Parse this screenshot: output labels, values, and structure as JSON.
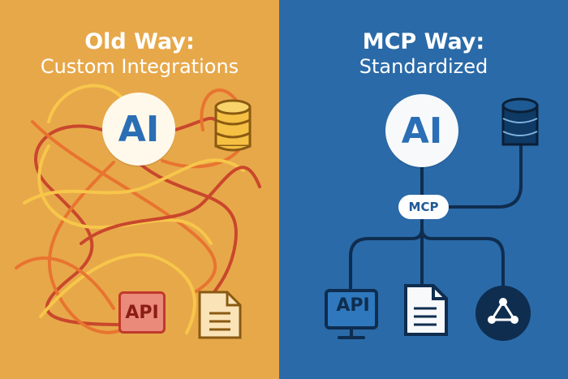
{
  "left": {
    "title": "Old Way:",
    "subtitle": "Custom Integrations",
    "hub_label": "AI",
    "api_label": "API",
    "colors": {
      "background": "#e7a84a",
      "tangle_red": "#c9472c",
      "tangle_orange": "#e8742f",
      "tangle_yellow": "#f7c64a"
    },
    "icons": [
      "database-icon",
      "api-box-icon",
      "document-icon"
    ]
  },
  "right": {
    "title": "MCP Way:",
    "subtitle": "Standardized",
    "hub_label": "AI",
    "protocol_label": "MCP",
    "api_label": "API",
    "colors": {
      "background": "#2a6aa8",
      "line": "#0f2d4f"
    },
    "icons": [
      "database-icon",
      "monitor-api-icon",
      "document-icon",
      "network-graph-icon"
    ]
  }
}
